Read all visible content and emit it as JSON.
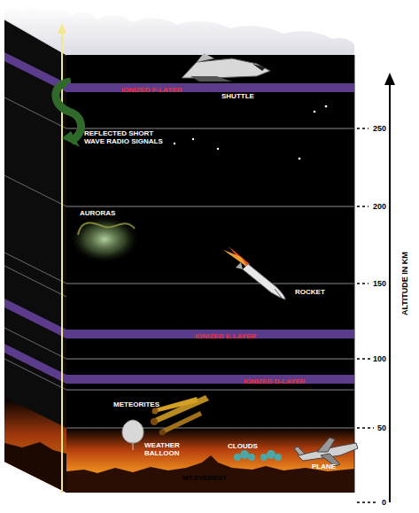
{
  "diagram": {
    "nodes": [
      {
        "text": [
          "IONIZED F-LAYER"
        ]
      },
      {
        "text": [
          "IONIZED E-LAYER"
        ]
      },
      {
        "text": [
          "IONIZED D-LAYER"
        ]
      }
    ],
    "labels": [
      "SHUTTLE",
      "REFLECTED SHORT WAVE RADIO SIGNALS",
      "AURORAS",
      "ROCKET",
      "METEORITES",
      "WEATHER BALLOON",
      "CLOUDS",
      "PLANE",
      "MT.EVEREST",
      "ALTITUDE IN KM",
      "250",
      "200",
      "150",
      "100",
      "50",
      "0"
    ]
  }
}
